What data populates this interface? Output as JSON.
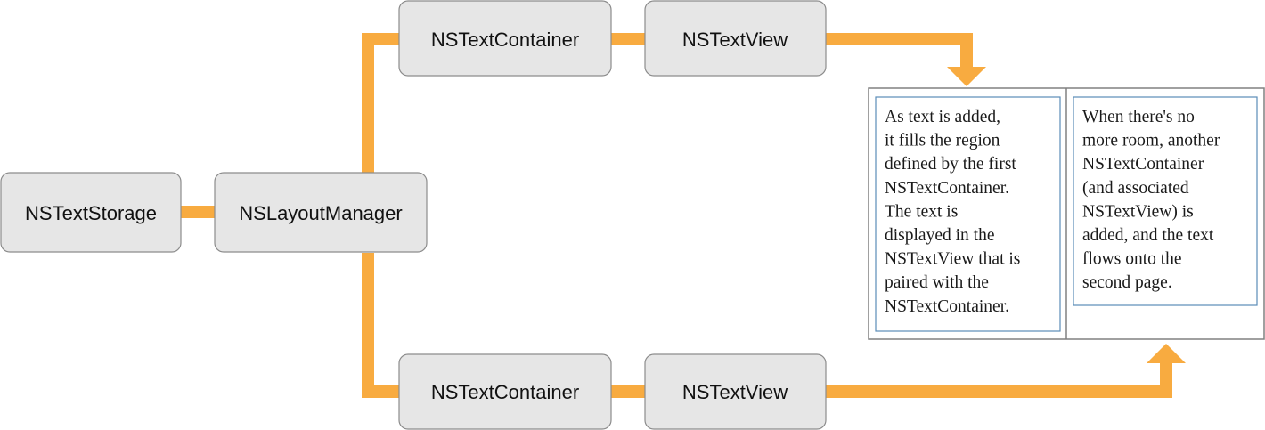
{
  "diagram": {
    "nodes": {
      "text_storage": "NSTextStorage",
      "layout_manager": "NSLayoutManager",
      "text_container_top": "NSTextContainer",
      "text_view_top": "NSTextView",
      "text_container_bottom": "NSTextContainer",
      "text_view_bottom": "NSTextView"
    },
    "pages": {
      "first": [
        "As text is added,",
        "it fills the region",
        "defined by the first",
        "NSTextContainer.",
        "The text is",
        "displayed in the",
        "NSTextView that is",
        "paired with the",
        "NSTextContainer."
      ],
      "second": [
        "When there's no",
        "more room, another",
        "NSTextContainer",
        "(and associated",
        "NSTextView) is",
        "added, and the text",
        "flows onto the",
        "second page."
      ]
    }
  },
  "colors": {
    "connector": "#F8AB40",
    "node_fill": "#E6E6E6",
    "node_stroke": "#8C8C8C",
    "page_border": "#808080",
    "page_inner_border": "#5B8DB8"
  }
}
